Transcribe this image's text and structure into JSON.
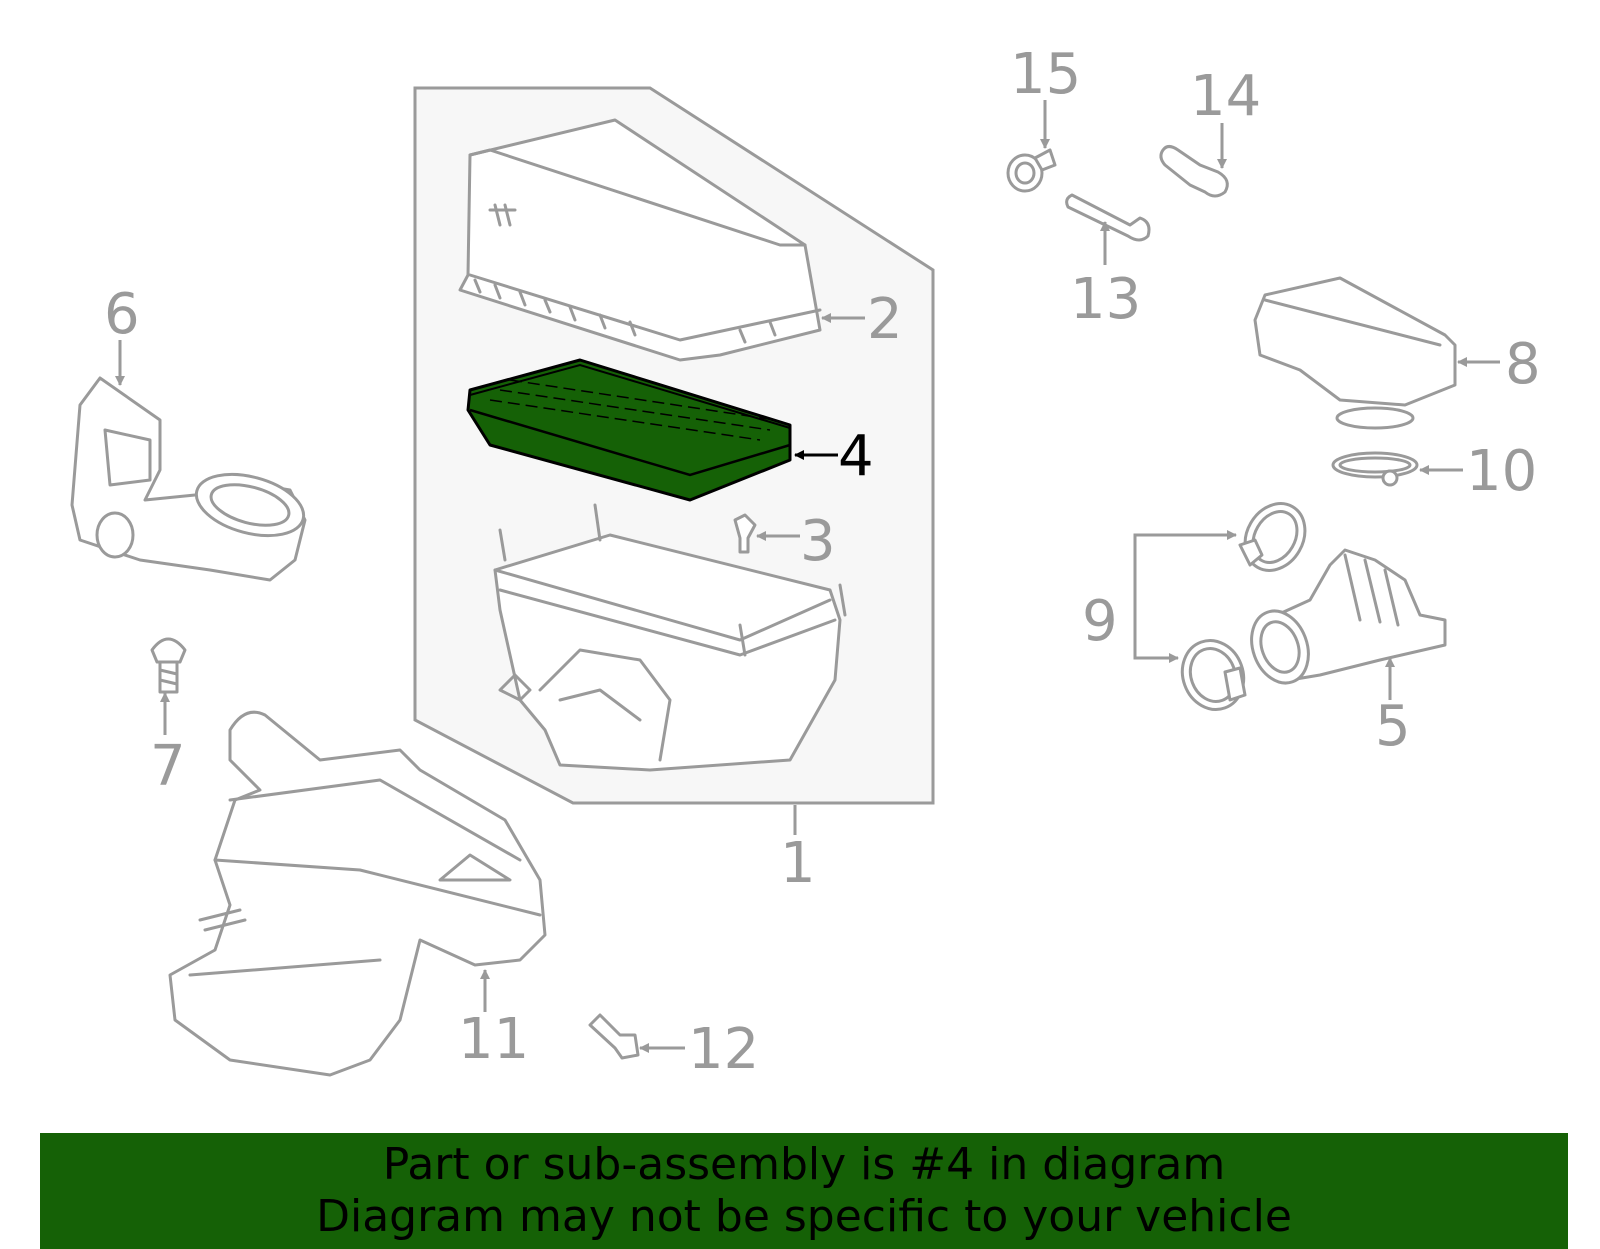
{
  "diagram": {
    "callouts": [
      "1",
      "2",
      "3",
      "4",
      "5",
      "6",
      "7",
      "8",
      "9",
      "10",
      "11",
      "12",
      "13",
      "14",
      "15"
    ],
    "highlighted_part": "4",
    "highlight_color": "#156106",
    "line_color": "#9a9a9a",
    "assembly_panel_color": "#f7f7f7"
  },
  "footer": {
    "line1": "Part or sub-assembly is #4 in diagram",
    "line2": "Diagram may not be specific to your vehicle",
    "background": "#156106"
  }
}
